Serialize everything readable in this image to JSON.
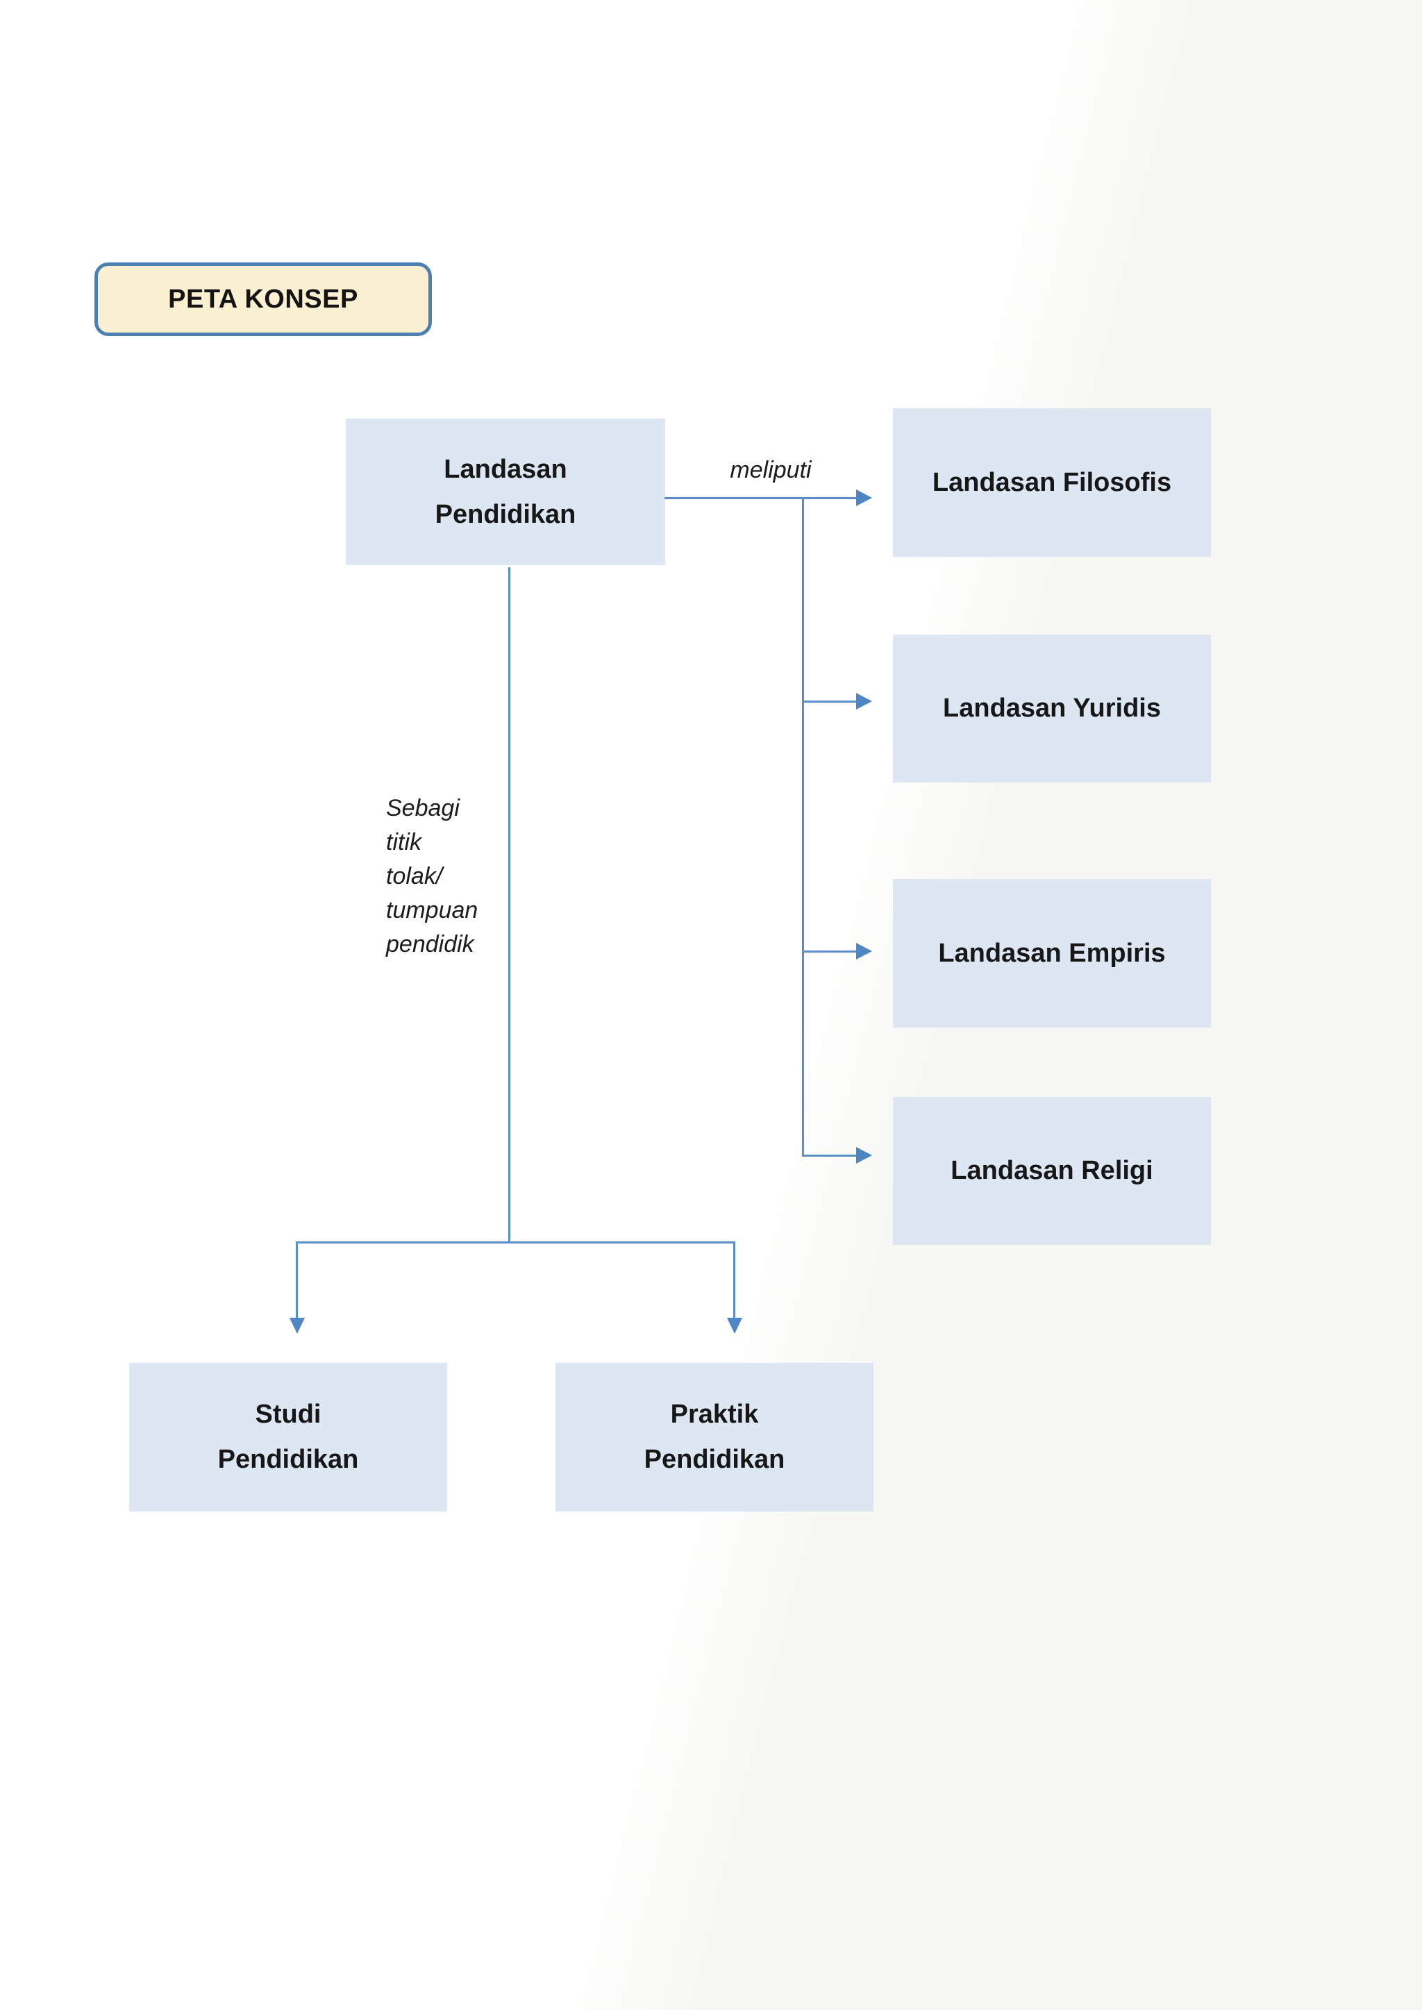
{
  "title": {
    "label": "PETA KONSEP"
  },
  "nodes": {
    "root": "Landasan\nPendidikan",
    "branch_filosofis": "Landasan Filosofis",
    "branch_yuridis": "Landasan Yuridis",
    "branch_empiris": "Landasan Empiris",
    "branch_religi": "Landasan Religi",
    "bottom_studi": "Studi\nPendidikan",
    "bottom_praktik": "Praktik\nPendidikan"
  },
  "edge_labels": {
    "meliputi": "meliputi",
    "sebagai": "Sebagi\ntitik\ntolak/\ntumpuan\npendidik"
  },
  "colors": {
    "line": "#5b8fc9",
    "arrow": "#4e86c4",
    "node-fill": "#dde7f3",
    "title-fill": "#fcf0d2",
    "title-border": "#4d7fb3",
    "text": "#171717",
    "page-bg": "#ffffff",
    "page-tint": "#f7f7f4"
  }
}
